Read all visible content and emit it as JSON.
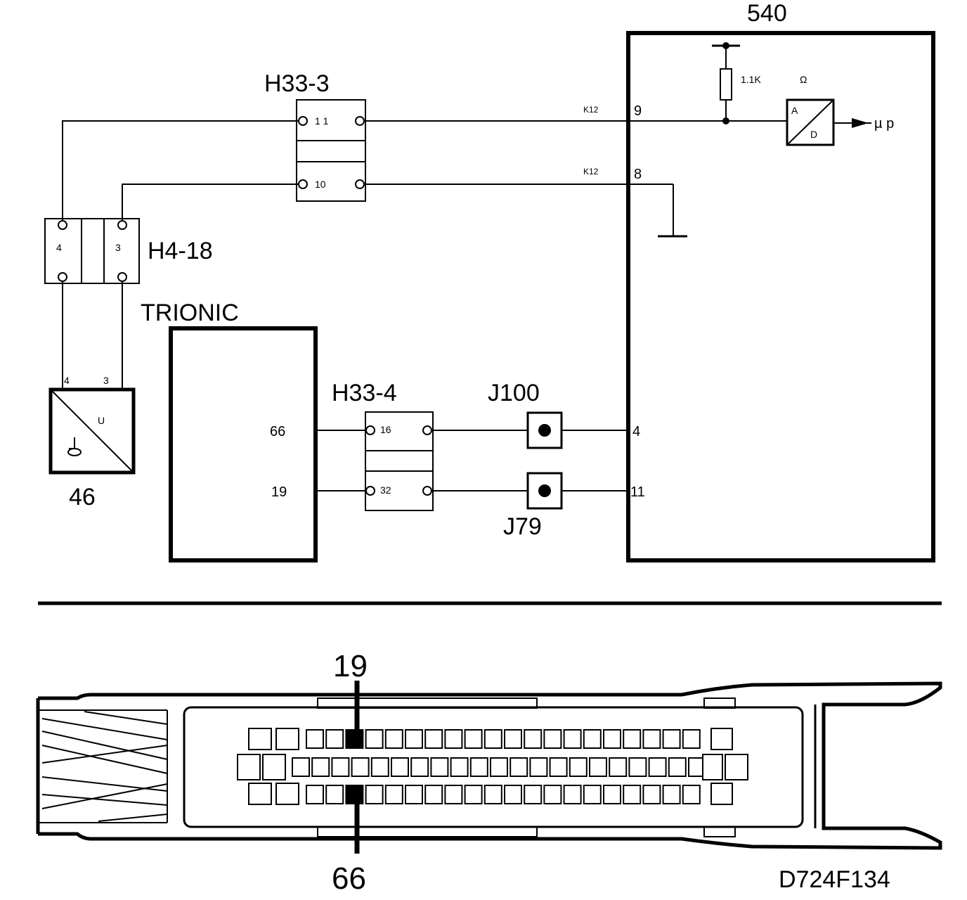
{
  "components": {
    "c540": "540",
    "h33_3": "H33-3",
    "h4_18": "H4-18",
    "trionic": "TRIONIC",
    "h33_4": "H33-4",
    "j100": "J100",
    "j79": "J79",
    "c46": "46"
  },
  "pins": {
    "h33_3_top": "1 1",
    "h33_3_bottom": "10",
    "h4_18_left": "4",
    "h4_18_right": "3",
    "c46_left": "4",
    "c46_right": "3",
    "trionic_66": "66",
    "trionic_19": "19",
    "h33_4_top": "16",
    "h33_4_bottom": "32",
    "c540_9": "9",
    "c540_8": "8",
    "c540_4": "4",
    "c540_11": "11"
  },
  "labels": {
    "k12_top": "K12",
    "k12_bottom": "K12",
    "resistor": "1.1K",
    "omega": "Ω",
    "adc_a": "A",
    "adc_d": "D",
    "micro": "µ p",
    "sensor_u": "U"
  },
  "connector": {
    "pin_top": "19",
    "pin_bottom": "66"
  },
  "figure_id": "D724F134"
}
